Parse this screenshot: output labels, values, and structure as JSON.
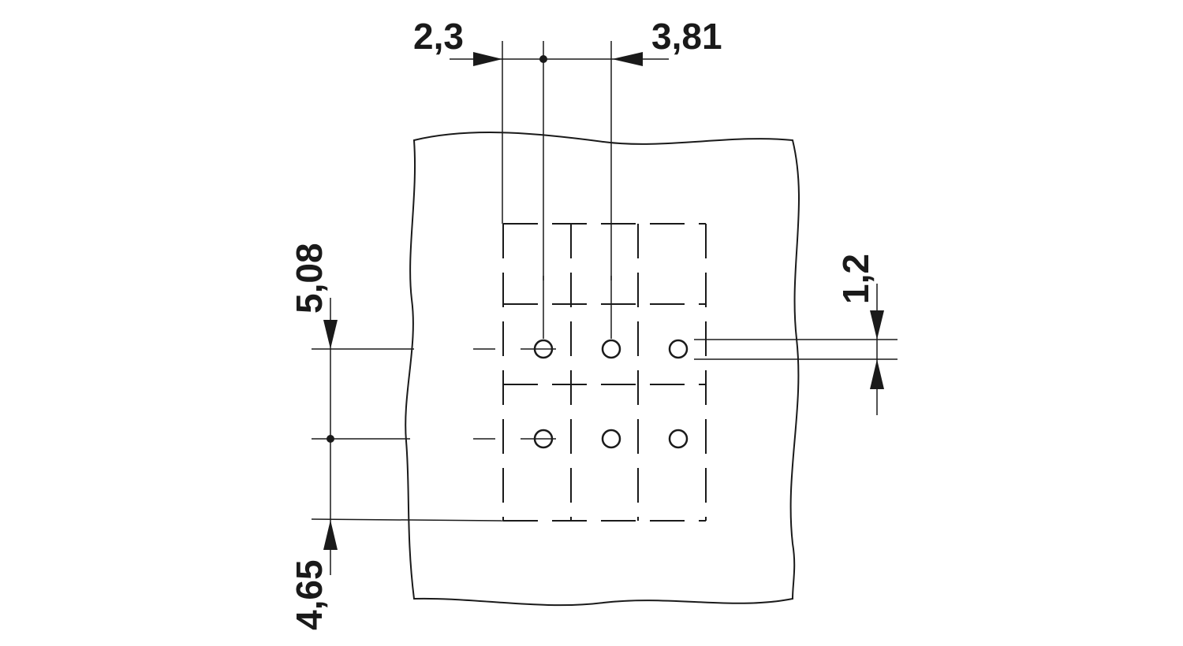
{
  "dimensions": {
    "offset_left": "2,3",
    "pitch_horizontal": "3,81",
    "pitch_vertical": "5,08",
    "offset_bottom": "4,65",
    "hole_diameter": "1,2"
  },
  "holes": {
    "rows": 2,
    "columns": 3
  },
  "colors": {
    "line": "#1a1a1a",
    "background": "#ffffff"
  }
}
